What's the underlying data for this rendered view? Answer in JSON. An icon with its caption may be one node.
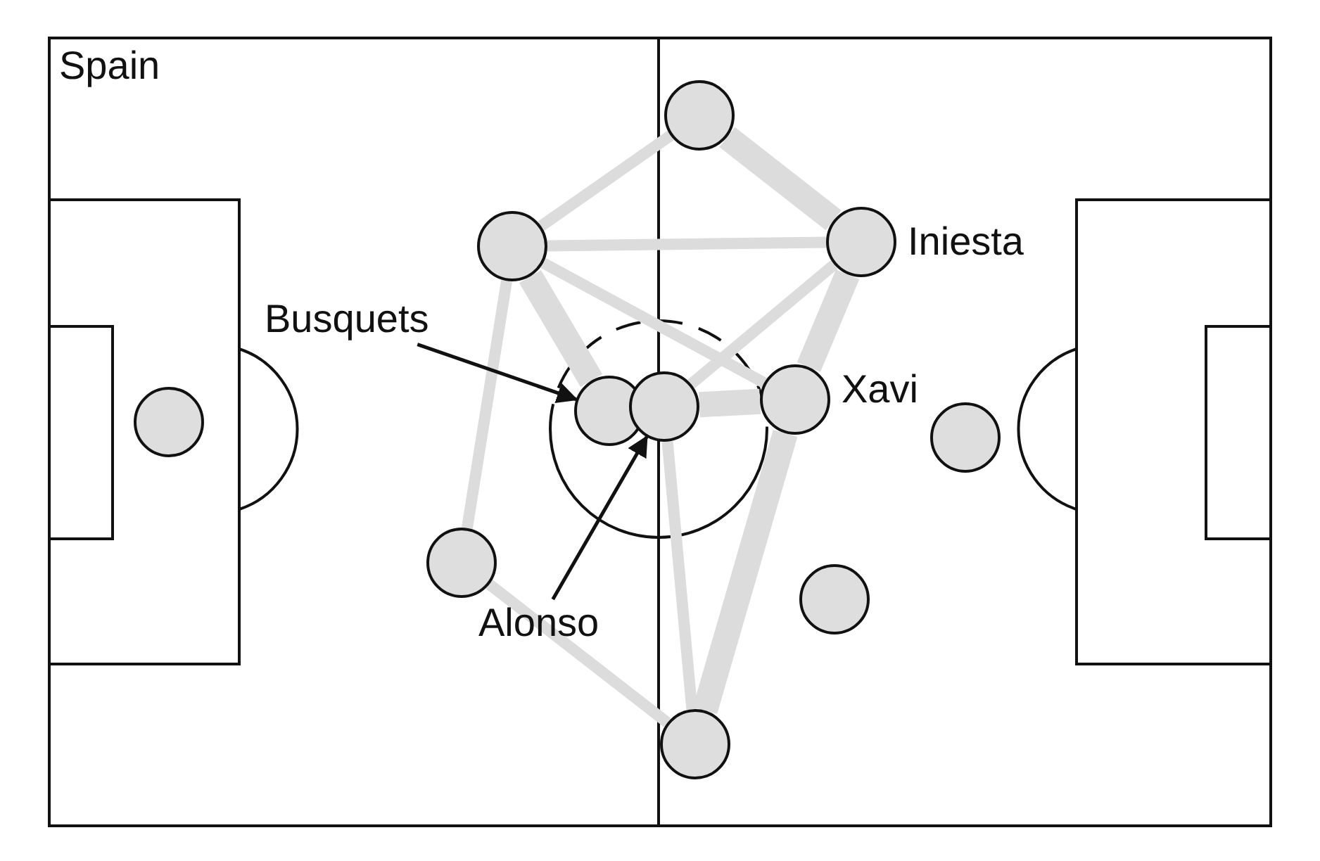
{
  "diagram": {
    "nodes": [
      {
        "text": [],
        "shape": "circle"
      },
      {
        "text": [],
        "shape": "circle"
      },
      {
        "text": [],
        "shape": "circle",
        "beside": [
          "Iniesta"
        ]
      },
      {
        "text": [
          "Busquets"
        ]
      },
      {
        "text": [],
        "shape": "circle"
      },
      {
        "text": [],
        "shape": "circle"
      },
      {
        "text": [],
        "shape": "circle"
      },
      {
        "text": [],
        "shape": "circle",
        "beside": [
          "Xavi"
        ]
      },
      {
        "text": [],
        "shape": "circle"
      },
      {
        "text": [],
        "shape": "circle"
      },
      {
        "text": [],
        "shape": "circle"
      },
      {
        "text": [
          "Alonso"
        ]
      },
      {
        "text": [],
        "shape": "circle"
      }
    ],
    "edges": [
      {
        "from": 0,
        "to": 1,
        "arrow": "none"
      },
      {
        "from": 0,
        "to": 2,
        "arrow": "none",
        "style": "thick"
      },
      {
        "from": 1,
        "to": 2,
        "arrow": "none"
      },
      {
        "from": 1,
        "to": 5,
        "arrow": "none",
        "style": "thick"
      },
      {
        "from": 1,
        "to": 7,
        "arrow": "none"
      },
      {
        "from": 2,
        "to": 6,
        "arrow": "none"
      },
      {
        "from": 2,
        "to": 7,
        "arrow": "none",
        "style": "thick"
      },
      {
        "from": 6,
        "to": 7,
        "arrow": "none",
        "style": "thick"
      },
      {
        "from": 7,
        "to": 12,
        "arrow": "none",
        "style": "thick"
      },
      {
        "from": 6,
        "to": 12,
        "arrow": "none"
      },
      {
        "from": 1,
        "to": 9,
        "arrow": "none"
      },
      {
        "from": 9,
        "to": 12,
        "arrow": "none"
      },
      {
        "from": 3,
        "to": 5,
        "arrow": "to",
        "color": "#111111"
      },
      {
        "from": 11,
        "to": 6,
        "arrow": "to",
        "color": "#111111"
      }
    ],
    "labels": [
      "Spain"
    ]
  }
}
